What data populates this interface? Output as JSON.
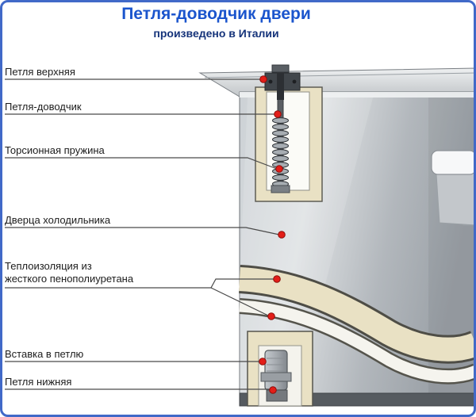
{
  "page": {
    "title": "Петля-доводчик двери",
    "subtitle": "произведено в Италии"
  },
  "labels": [
    {
      "lines": [
        "Петля верхняя"
      ]
    },
    {
      "lines": [
        "Петля-доводчик"
      ]
    },
    {
      "lines": [
        "Торсионная пружина"
      ]
    },
    {
      "lines": [
        "Дверца холодильника"
      ]
    },
    {
      "lines": [
        "Теплоизоляция из",
        "жесткого пенополиуретана"
      ]
    },
    {
      "lines": [
        "Вставка в петлю"
      ]
    },
    {
      "lines": [
        "Петля нижняя"
      ]
    }
  ],
  "colors": {
    "title_blue": "#1b55cd",
    "subtitle_navy": "#15337a",
    "frame_blue": "#4169c8",
    "marker_red": "#e31e18",
    "insulation_cream": "#e9e1c4",
    "door_gray": "#c0c5ca"
  }
}
